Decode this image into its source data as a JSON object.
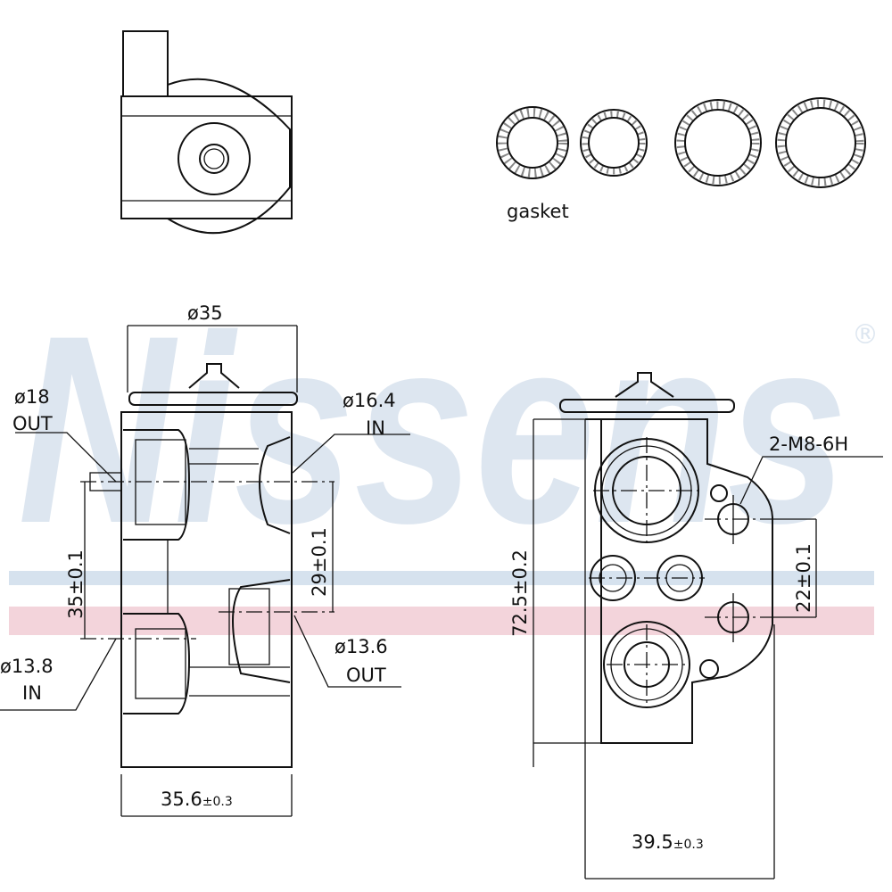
{
  "watermark": {
    "brand": "Nissens",
    "registered_mark": "®",
    "colors": {
      "blue": "#dde6f0",
      "stripe_blue": "#d6e2ee",
      "stripe_pink": "#f3d4db"
    }
  },
  "gasket_label": "gasket",
  "side_view": {
    "flange_diameter": "ø35",
    "port_top_left": {
      "diameter": "ø18",
      "direction": "OUT"
    },
    "port_top_right": {
      "diameter": "ø16.4",
      "direction": "IN"
    },
    "port_bottom_left": {
      "diameter": "ø13.8",
      "direction": "IN"
    },
    "port_bottom_right": {
      "diameter": "ø13.6",
      "direction": "OUT"
    },
    "left_spacing": "35±0.1",
    "right_spacing": "29±0.1",
    "width": "35.6",
    "width_tolerance": "±0.3"
  },
  "front_view": {
    "thread": "2-M8-6H",
    "height": "72.5±0.2",
    "bolt_spacing": "22±0.1",
    "width": "39.5",
    "width_tolerance": "±0.3"
  }
}
